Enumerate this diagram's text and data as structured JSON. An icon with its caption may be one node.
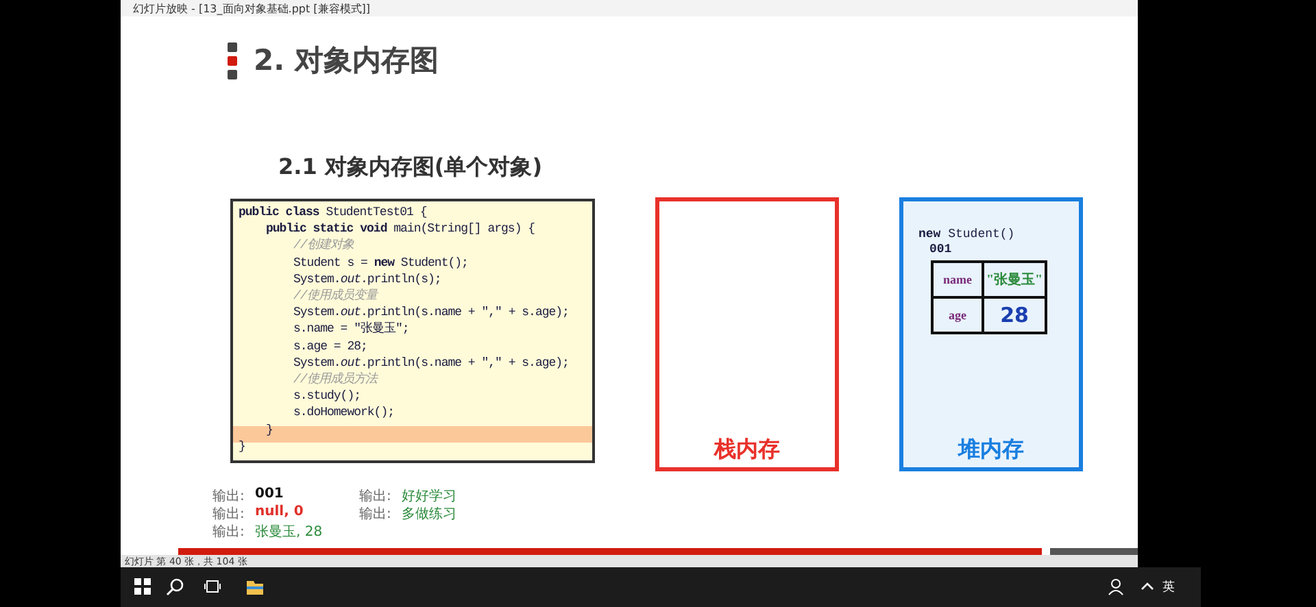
{
  "diagram": {
    "title": "2. 对象内存图",
    "nodes": [
      {
        "text": [
          "**public class** StudentTest01 {",
          "**public static void** main(String[] args) {",
          "//创建对象",
          "Student s = **new** Student();",
          "System.*out*.println(s);",
          "//使用成员变量",
          "System.*out*.println(s.name + \",\" + s.age);",
          "s.name = \"张曼玉\";",
          "s.age = 28;",
          "System.*out*.println(s.name + \",\" + s.age);",
          "//使用成员方法",
          "s.study();",
          "s.doHomework();",
          "}",
          "}"
        ]
      },
      {
        "text": [
          "栈内存"
        ]
      },
      {
        "text": [
          "堆内存"
        ]
      },
      {
        "text": [
          "**new** Student()",
          "001"
        ],
        "in": 2
      },
      {
        "text": [
          "name"
        ],
        "in": 3
      },
      {
        "text": [
          "\"张曼玉\""
        ],
        "in": 3
      },
      {
        "text": [
          "age"
        ],
        "in": 3
      },
      {
        "text": [
          "28"
        ],
        "in": 3
      }
    ],
    "labels": [
      "幻灯片放映 - [13_面向对象基础.ppt [兼容模式]]",
      "2.1 对象内存图(单个对象)",
      "输出:",
      "001",
      "输出:",
      "好好学习",
      "输出:",
      "null, 0",
      "输出:",
      "多做练习",
      "输出:",
      "张曼玉, 28",
      "幻灯片 第 40 张，共 104 张",
      "英"
    ]
  }
}
